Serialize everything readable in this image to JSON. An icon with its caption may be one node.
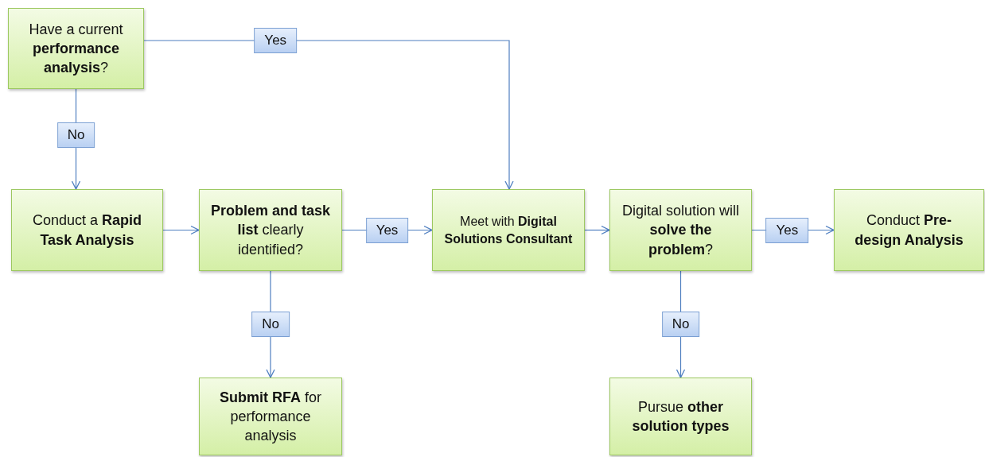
{
  "diagram": {
    "nodes": [
      {
        "text": [
          "Have a current **performance analysis**?"
        ]
      },
      {
        "text": [
          "Conduct a **Rapid Task Analysis**"
        ]
      },
      {
        "text": [
          "**Problem and task list** clearly identified?"
        ]
      },
      {
        "text": [
          "Meet with **Digital Solutions Consultant**"
        ]
      },
      {
        "text": [
          "Digital solution will **solve the problem**?"
        ]
      },
      {
        "text": [
          "Conduct **Pre-design Analysis**"
        ]
      },
      {
        "text": [
          "**Submit RFA** for performance analysis"
        ]
      },
      {
        "text": [
          "Pursue **other solution types**"
        ]
      }
    ],
    "edges": [
      {
        "from": 0,
        "to": 3,
        "arrow": "to",
        "label": "Yes"
      },
      {
        "from": 0,
        "to": 1,
        "arrow": "to",
        "label": "No"
      },
      {
        "from": 1,
        "to": 2,
        "arrow": "to"
      },
      {
        "from": 2,
        "to": 3,
        "arrow": "to",
        "label": "Yes"
      },
      {
        "from": 2,
        "to": 6,
        "arrow": "to",
        "label": "No"
      },
      {
        "from": 3,
        "to": 4,
        "arrow": "to"
      },
      {
        "from": 4,
        "to": 5,
        "arrow": "to",
        "label": "Yes"
      },
      {
        "from": 4,
        "to": 7,
        "arrow": "to",
        "label": "No"
      }
    ]
  }
}
